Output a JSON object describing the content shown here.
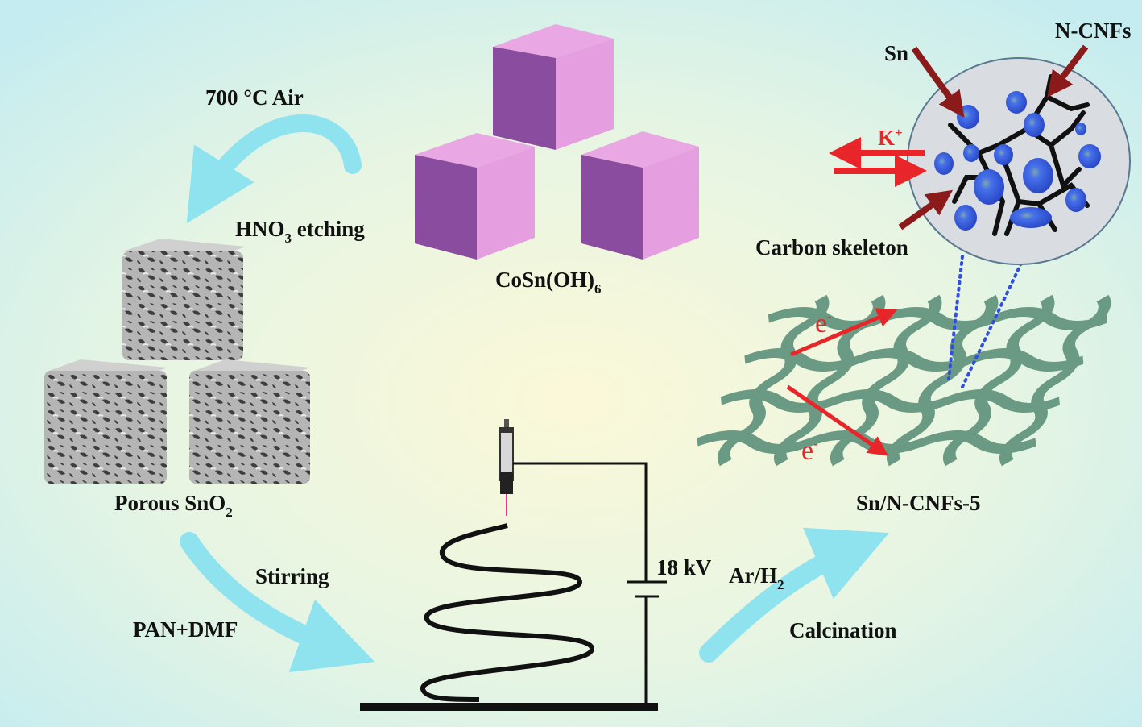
{
  "labels": {
    "calcination_air": "700  °C Air",
    "etching_main": "HNO",
    "etching_sub": "3",
    "etching_rest": " etching",
    "precursor_main": "CoSn(OH)",
    "precursor_sub": "6",
    "porous_main": "Porous SnO",
    "porous_sub": "2",
    "stirring": "Stirring",
    "solvent": "PAN+DMF",
    "voltage": "18 kV",
    "gas_main": "Ar/H",
    "gas_sub": "2",
    "calcination": "Calcination",
    "product": "Sn/N-CNFs-5",
    "carbon_skeleton": "Carbon skeleton",
    "sn": "Sn",
    "ncnfs": "N-CNFs",
    "ion_main": "K",
    "ion_sup": "+",
    "electron1_main": "e",
    "electron1_sup": "-",
    "electron2_main": "e",
    "electron2_sup": "-"
  },
  "colors": {
    "cube_front": "#8a4c9e",
    "cube_side": "#e59fe0",
    "process_arrow": "#8fe3ef",
    "fiber": "#5f8f78",
    "sn_particle": "#3c64e0",
    "red_arrow": "#e8262a",
    "pointer_arrow": "#8b1a1a"
  }
}
